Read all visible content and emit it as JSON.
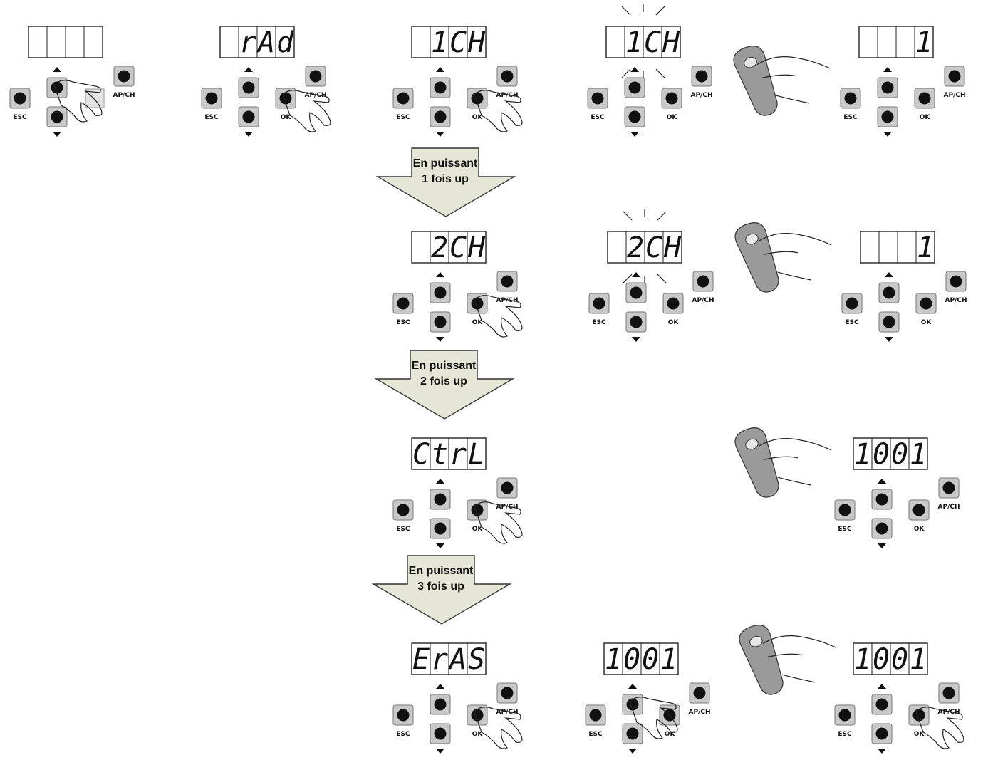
{
  "button_labels": {
    "esc": "ESC",
    "ok": "OK",
    "apch": "AP/CH"
  },
  "panels": [
    {
      "id": "row1-col1",
      "display": [
        "",
        "",
        "",
        ""
      ],
      "pressed": "up",
      "has_ok": false
    },
    {
      "id": "row1-col2",
      "display": [
        "",
        "r",
        "A",
        "d"
      ],
      "pressed": "ok",
      "has_ok": true
    },
    {
      "id": "row1-col3",
      "display": [
        "",
        "1",
        "C",
        "H"
      ],
      "pressed": "ok",
      "has_ok": true
    },
    {
      "id": "row1-col4",
      "display": [
        "",
        "1",
        "C",
        "H"
      ],
      "pressed": "",
      "has_ok": true,
      "blinking": true
    },
    {
      "id": "row1-col5",
      "display": [
        "",
        "",
        "",
        "1"
      ],
      "pressed": "",
      "has_ok": true
    },
    {
      "id": "row2-col3",
      "display": [
        "",
        "2",
        "C",
        "H"
      ],
      "pressed": "ok",
      "has_ok": true
    },
    {
      "id": "row2-col4",
      "display": [
        "",
        "2",
        "C",
        "H"
      ],
      "pressed": "",
      "has_ok": true,
      "blinking": true
    },
    {
      "id": "row2-col5",
      "display": [
        "",
        "",
        "",
        "1"
      ],
      "pressed": "",
      "has_ok": true
    },
    {
      "id": "row3-col3",
      "display": [
        "C",
        "t",
        "r",
        "L"
      ],
      "pressed": "ok",
      "has_ok": true
    },
    {
      "id": "row3-col5",
      "display": [
        "1",
        "0",
        "0",
        "1"
      ],
      "pressed": "",
      "has_ok": true
    },
    {
      "id": "row4-col3",
      "display": [
        "E",
        "r",
        "A",
        "S"
      ],
      "pressed": "ok",
      "has_ok": true
    },
    {
      "id": "row4-col4",
      "display": [
        "1",
        "0",
        "0",
        "1"
      ],
      "pressed": "up",
      "has_ok": true
    },
    {
      "id": "row4-col5",
      "display": [
        "1",
        "0",
        "0",
        "1"
      ],
      "pressed": "ok",
      "has_ok": true
    }
  ],
  "arrows": [
    {
      "line1": "En puissant",
      "line2": "1 fois up"
    },
    {
      "line1": "En puissant",
      "line2": "2 fois up"
    },
    {
      "line1": "En puissant",
      "line2": "3 fois up"
    }
  ],
  "remotes": [
    {
      "id": "remote-row1"
    },
    {
      "id": "remote-row2"
    },
    {
      "id": "remote-row3"
    },
    {
      "id": "remote-row4"
    }
  ]
}
